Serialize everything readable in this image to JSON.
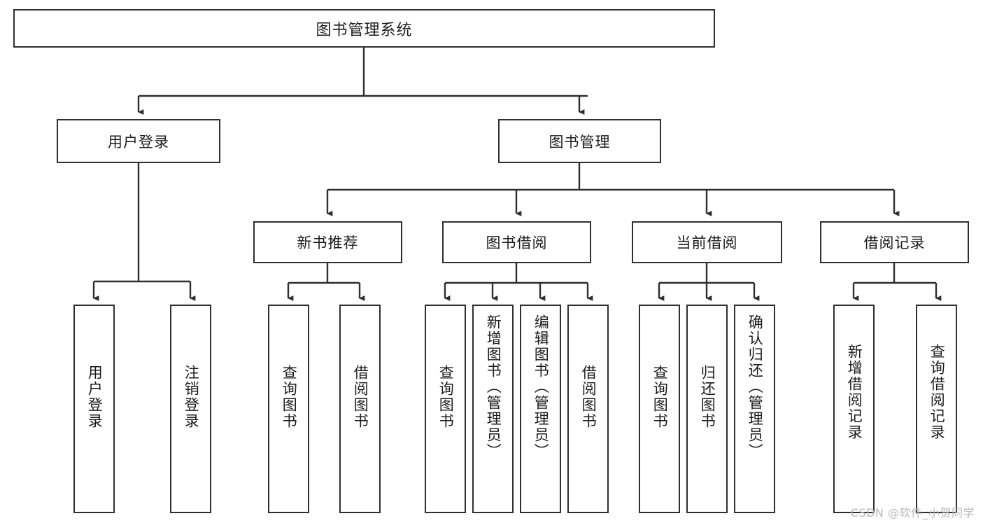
{
  "diagram": {
    "title_node": {
      "label": "图书管理系统"
    },
    "level2": [
      {
        "id": "user-login",
        "label": "用户登录"
      },
      {
        "id": "book-management",
        "label": "图书管理"
      }
    ],
    "level3": [
      {
        "id": "new-book-recommend",
        "label": "新书推荐"
      },
      {
        "id": "book-borrow",
        "label": "图书借阅"
      },
      {
        "id": "current-borrow",
        "label": "当前借阅"
      },
      {
        "id": "borrow-record",
        "label": "借阅记录"
      }
    ],
    "leaves": {
      "user_login": [
        {
          "id": "leaf-user-login",
          "label": "用户登录"
        },
        {
          "id": "leaf-logout-login",
          "label": "注销登录"
        }
      ],
      "new_book_recommend": [
        {
          "id": "leaf-query-book-1",
          "label": "查询图书"
        },
        {
          "id": "leaf-borrow-book-1",
          "label": "借阅图书"
        }
      ],
      "book_borrow": [
        {
          "id": "leaf-query-book-2",
          "label": "查询图书"
        },
        {
          "id": "leaf-add-book",
          "label": "新增图书（管理员）"
        },
        {
          "id": "leaf-edit-book",
          "label": "编辑图书（管理员）"
        },
        {
          "id": "leaf-borrow-book-2",
          "label": "借阅图书"
        }
      ],
      "current_borrow": [
        {
          "id": "leaf-query-book-3",
          "label": "查询图书"
        },
        {
          "id": "leaf-return-book",
          "label": "归还图书"
        },
        {
          "id": "leaf-confirm-return",
          "label": "确认归还（管理员）"
        }
      ],
      "borrow_record": [
        {
          "id": "leaf-add-record",
          "label": "新增借阅记录"
        },
        {
          "id": "leaf-query-record",
          "label": "查询借阅记录"
        }
      ]
    }
  },
  "watermark": {
    "text": "CSDN @软件_小贺同学"
  },
  "colors": {
    "stroke": "#2f2f2f",
    "background": "#ffffff",
    "text": "#1b1b1b",
    "watermark": "#b9b9b9"
  }
}
